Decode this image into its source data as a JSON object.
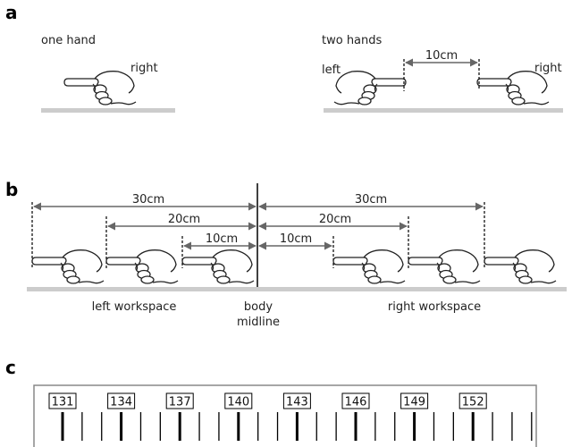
{
  "panel_a": {
    "label": "a",
    "one_hand_title": "one hand",
    "one_hand_side": "right",
    "two_hands_title": "two hands",
    "left_label": "left",
    "right_label": "right",
    "distance_label": "10cm"
  },
  "panel_b": {
    "label": "b",
    "distances": [
      "30cm",
      "20cm",
      "10cm"
    ],
    "left_workspace": "left workspace",
    "midline_line1": "body",
    "midline_line2": "midline",
    "right_workspace": "right workspace"
  },
  "panel_c": {
    "label": "c",
    "scale_labels": [
      "131",
      "134",
      "137",
      "140",
      "143",
      "146",
      "149",
      "152"
    ]
  },
  "colors": {
    "line": "#000000",
    "arrow": "#666666",
    "surface": "#cccccc",
    "hand_stroke": "#222222"
  }
}
